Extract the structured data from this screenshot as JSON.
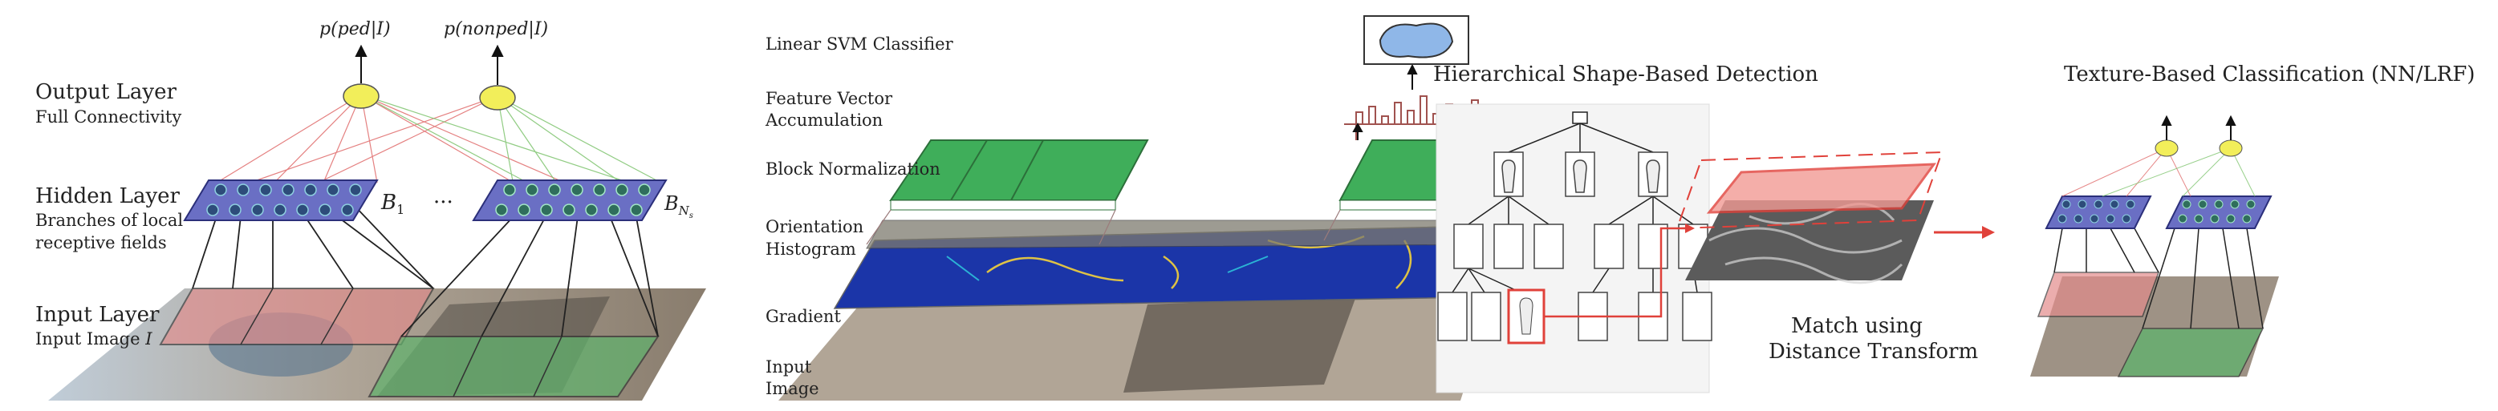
{
  "panel_cnn": {
    "output_ped": "p(ped|I)",
    "output_nonped": "p(nonped|I)",
    "output_layer_title": "Output Layer",
    "output_layer_sub": "Full Connectivity",
    "hidden_layer_title": "Hidden Layer",
    "hidden_layer_sub1": "Branches of local",
    "hidden_layer_sub2": "receptive fields",
    "branch_1": "B",
    "branch_1_sub": "1",
    "ellipsis": "···",
    "branch_n": "B",
    "branch_n_sub": "N",
    "branch_n_subsub": "s",
    "input_layer_title": "Input Layer",
    "input_layer_sub": "Input Image",
    "input_layer_sym": "I"
  },
  "panel_hog": {
    "svm": "Linear SVM Classifier",
    "feature1": "Feature Vector",
    "feature2": "Accumulation",
    "block": "Block Normalization",
    "orient1": "Orientation",
    "orient2": "Histogram",
    "gradient": "Gradient",
    "input1": "Input",
    "input2": "Image"
  },
  "panel_shape": {
    "title_left": "Hierarchical Shape-Based Detection",
    "title_right": "Texture-Based Classification (NN/LRF)",
    "match1": "Match using",
    "match2": "Distance Transform"
  },
  "colors": {
    "accent_red": "#e0413a",
    "neuron_yellow": "#f2ee5a",
    "grid_blue": "#6a6fc4",
    "green_block": "#3fae5a"
  },
  "icons": [
    "up-arrow-icon",
    "pedestrian-silhouette-icon",
    "svm-cluster-icon"
  ]
}
